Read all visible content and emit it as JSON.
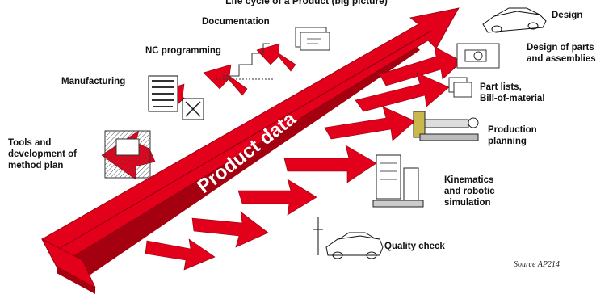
{
  "title": "Life cycle of a Product (big picture)",
  "arrow": {
    "label": "Product data",
    "color": "#e3001b",
    "shadow_color": "#a50010"
  },
  "labels": {
    "design": "Design",
    "design_parts": "Design of parts",
    "design_parts_2": "and assemblies",
    "part_lists": "Part lists,",
    "part_lists_2": "Bill-of-material",
    "production": "Production",
    "production_2": "planning",
    "kinematics": "Kinematics",
    "kinematics_2": "and robotic",
    "kinematics_3": "simulation",
    "quality": "Quality check",
    "documentation": "Documentation",
    "nc": "NC programming",
    "manufacturing": "Manufacturing",
    "tools": "Tools and",
    "tools_2": "development of",
    "tools_3": "method plan"
  },
  "source": "Source AP214"
}
